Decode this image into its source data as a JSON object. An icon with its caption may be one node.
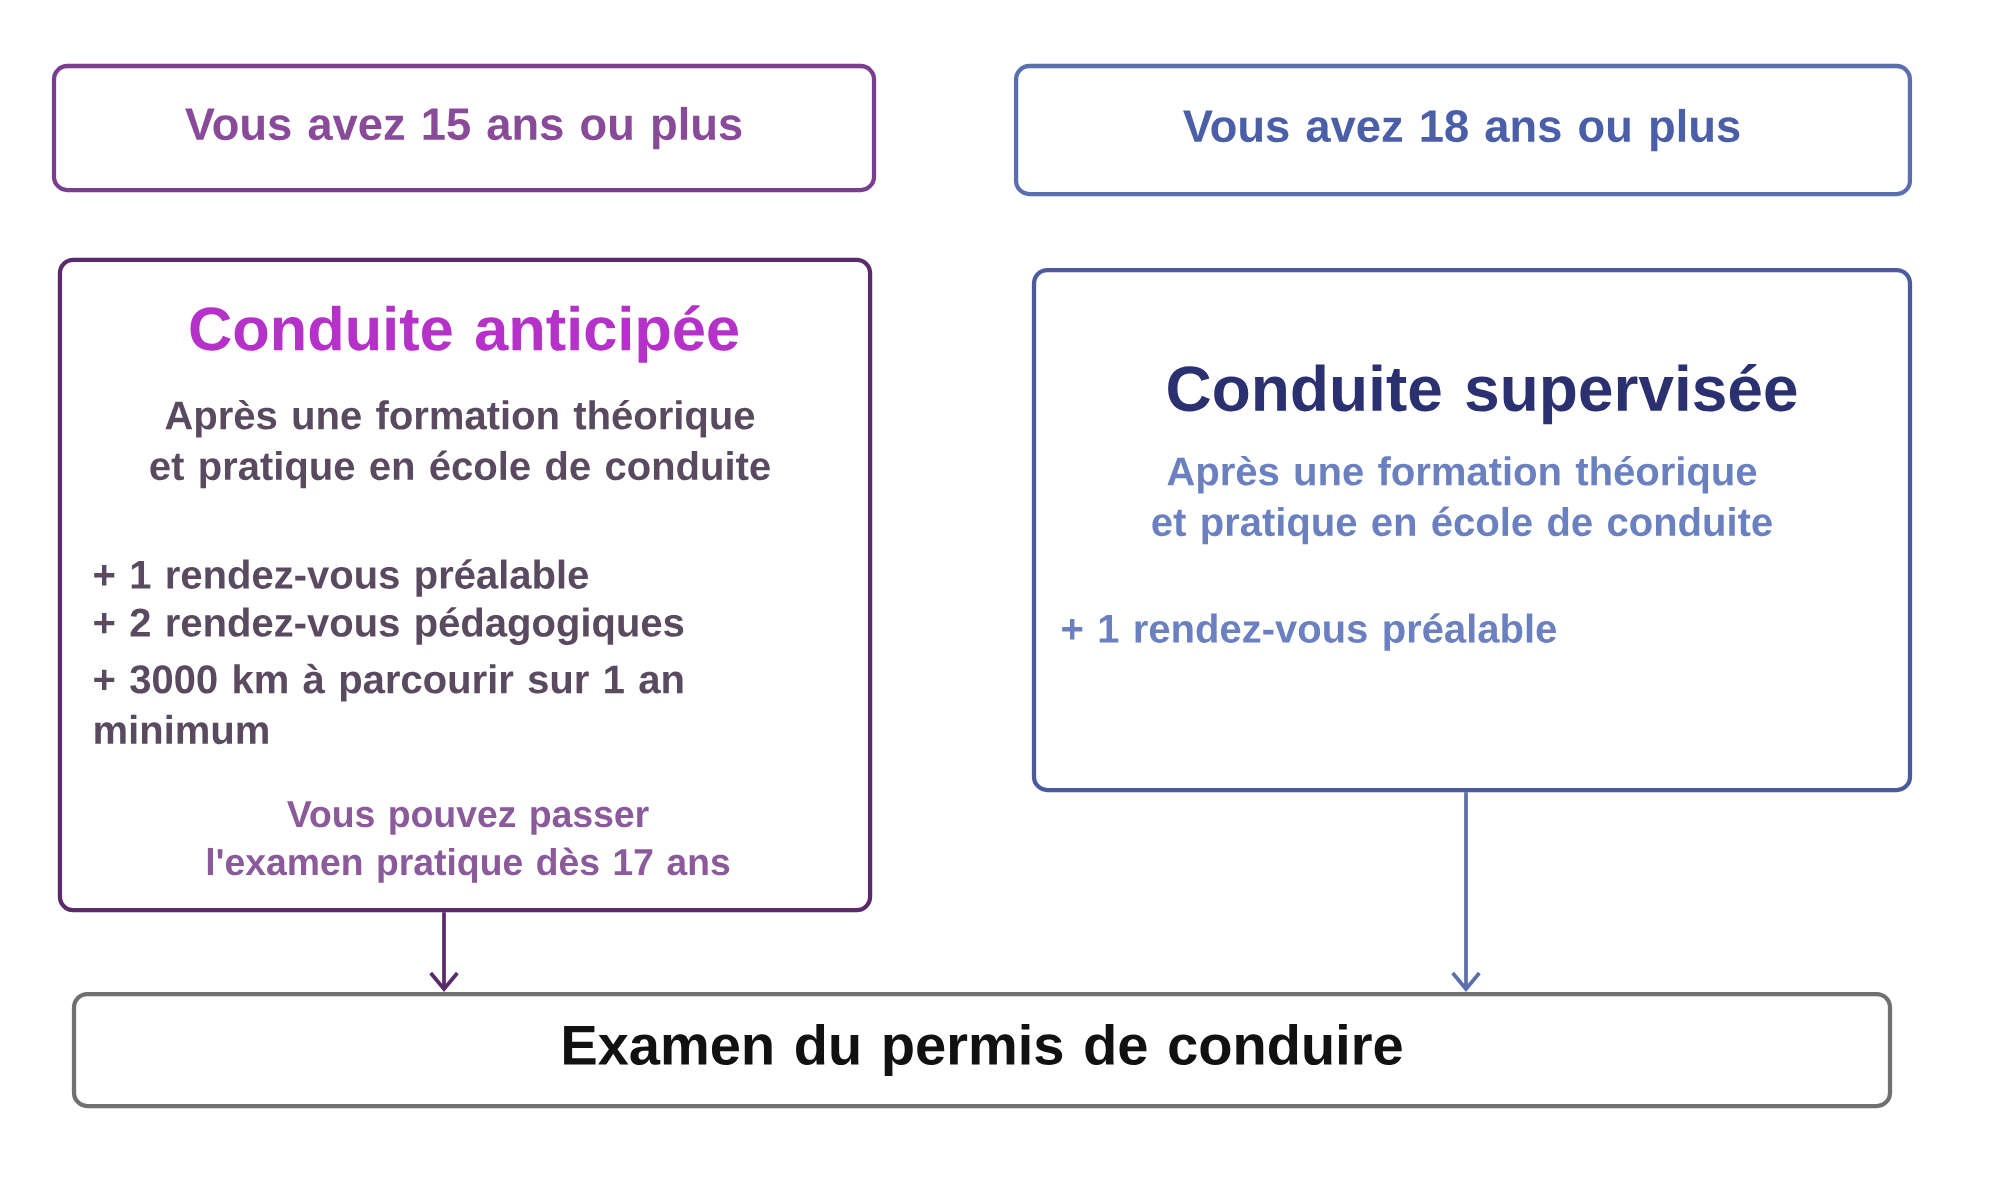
{
  "diagram": {
    "nodes": [
      {
        "text": [
          "Vous avez 15 ans ou plus"
        ]
      },
      {
        "text": [
          "Vous avez 18 ans ou plus"
        ]
      },
      {
        "text": [
          "Conduite anticipée",
          "Après une formation théorique et pratique en école de conduite",
          "+ 1 rendez-vous préalable",
          "+ 2 rendez-vous pédagogiques",
          "+ 3000 km à parcourir sur 1 an minimum",
          "Vous pouvez passer l'examen pratique dès 17 ans"
        ]
      },
      {
        "text": [
          "Conduite supervisée",
          "Après une formation théorique et pratique en école de conduite",
          "+ 1 rendez-vous préalable"
        ]
      },
      {
        "text": [
          "Examen du permis de conduire"
        ]
      }
    ],
    "edges": [
      {
        "from": 2,
        "to": 4,
        "arrow": "to",
        "color": "#5a2a6a"
      },
      {
        "from": 3,
        "to": 4,
        "arrow": "to",
        "color": "#5b6fae"
      }
    ]
  }
}
